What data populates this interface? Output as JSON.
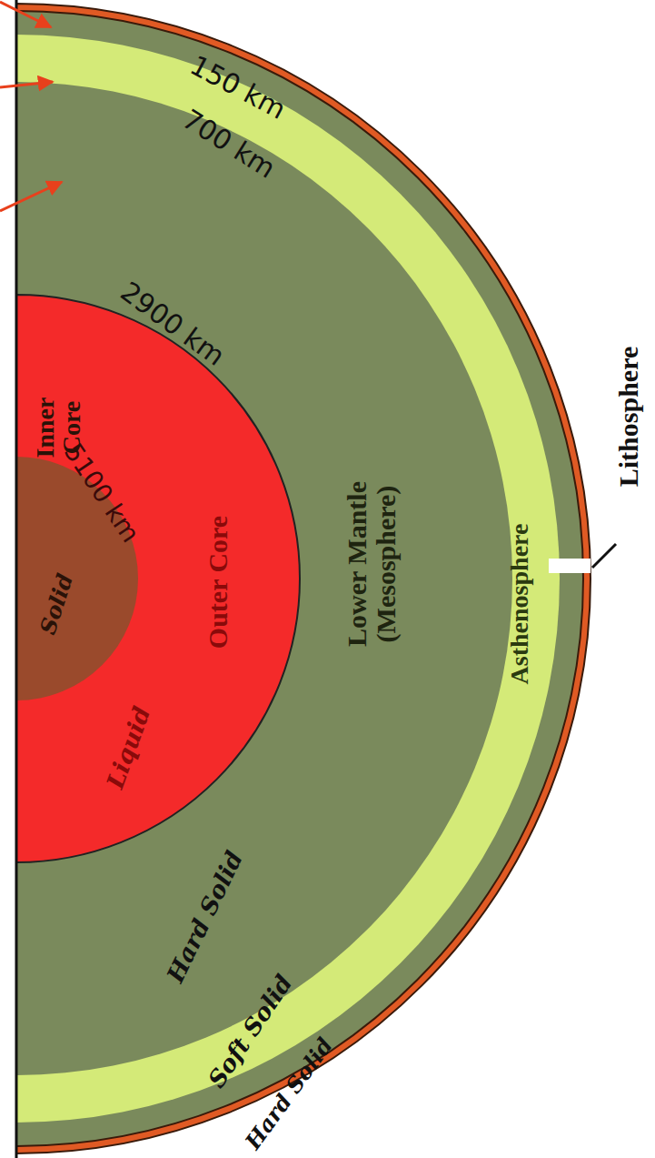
{
  "diagram": {
    "labels": [
      "150 km",
      "700 km",
      "2900 km",
      "5100 km",
      "Inner Core",
      "Solid",
      "Outer Core",
      "Liquid",
      "Lower Mantle (Mesosphere)",
      "Hard Solid",
      "Asthenosphere",
      "Soft Solid",
      "Hard Solid",
      "Lithosphere"
    ]
  }
}
